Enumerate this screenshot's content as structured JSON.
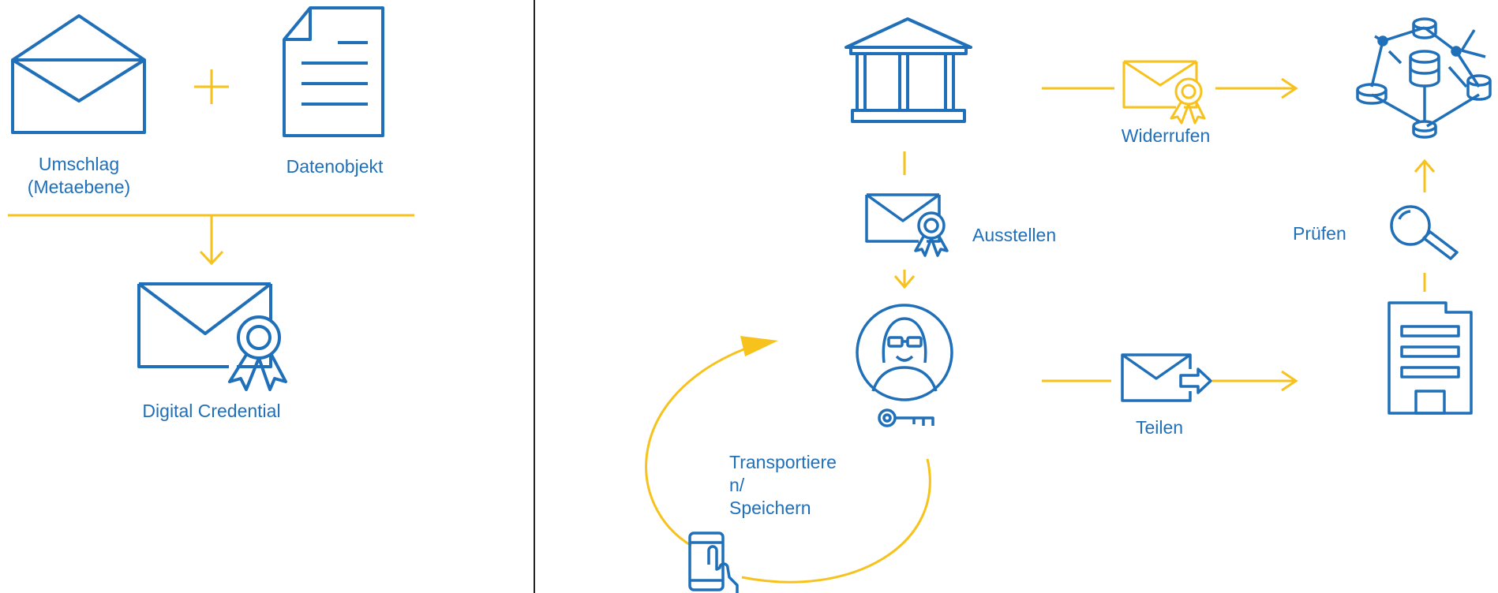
{
  "colors": {
    "blue": "#1f6fb9",
    "yellow": "#f6c21b",
    "divider": "#222222"
  },
  "left_panel": {
    "envelope_label_1": "Umschlag",
    "envelope_label_2": "(Metaebene)",
    "data_object_label": "Datenobjekt",
    "result_label": "Digital Credential",
    "icons": [
      "open-envelope-icon",
      "document-icon",
      "plus-icon",
      "credential-envelope-icon"
    ]
  },
  "right_panel": {
    "revoke_label": "Widerrufen",
    "issue_label": "Ausstellen",
    "verify_label": "Prüfen",
    "share_label": "Teilen",
    "store_label_lines": [
      "Transportiere",
      "n/",
      "Speichern"
    ],
    "icons": [
      "institution-icon",
      "distributed-ledger-icon",
      "holder-person-icon",
      "key-icon",
      "magnifier-icon",
      "company-building-icon",
      "smartphone-icon"
    ]
  }
}
